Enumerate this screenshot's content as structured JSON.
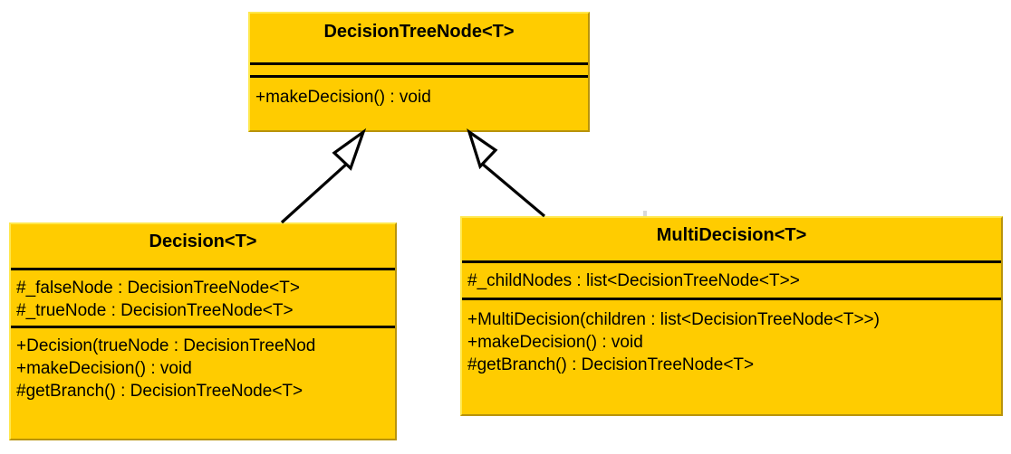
{
  "diagram": {
    "kind": "uml-class-diagram",
    "colors": {
      "class_fill": "#ffcc00",
      "class_border": "#b8930b",
      "class_highlight": "#ffe84d",
      "text": "#000000",
      "line": "#000000",
      "arrowhead_fill": "#ffffff",
      "background": "#ffffff"
    },
    "classes": [
      {
        "id": "decisiontreenode",
        "name": "DecisionTreeNode<T>",
        "attributes": [],
        "operations": [
          "+makeDecision() : void"
        ]
      },
      {
        "id": "decision",
        "name": "Decision<T>",
        "attributes": [
          "#_falseNode : DecisionTreeNode<T>",
          "#_trueNode : DecisionTreeNode<T>"
        ],
        "operations": [
          "+Decision(trueNode : DecisionTreeNod",
          "+makeDecision() : void",
          "#getBranch() : DecisionTreeNode<T>"
        ]
      },
      {
        "id": "multidecision",
        "name": "MultiDecision<T>",
        "attributes": [
          "#_childNodes : list<DecisionTreeNode<T>>"
        ],
        "operations": [
          "+MultiDecision(children : list<DecisionTreeNode<T>>)",
          "+makeDecision() : void",
          "#getBranch() : DecisionTreeNode<T>"
        ]
      }
    ],
    "relationships": [
      {
        "id": "gen-decision",
        "type": "generalization",
        "source": "Decision<T>",
        "target": "DecisionTreeNode<T>"
      },
      {
        "id": "gen-multidecision",
        "type": "generalization",
        "source": "MultiDecision<T>",
        "target": "DecisionTreeNode<T>"
      }
    ]
  }
}
